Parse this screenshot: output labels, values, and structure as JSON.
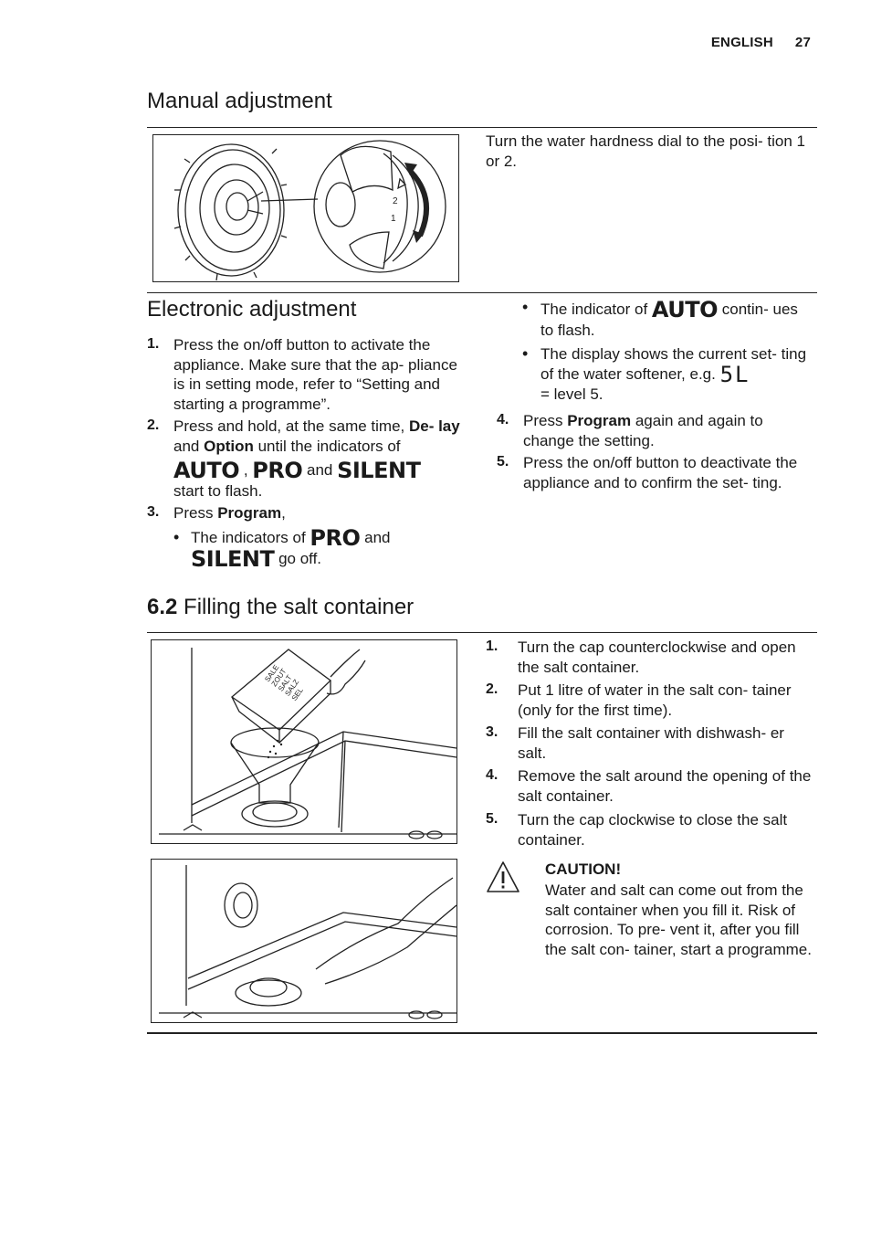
{
  "header": {
    "language": "ENGLISH",
    "page_number": "27"
  },
  "manual": {
    "title": "Manual adjustment",
    "text": "Turn the water hardness dial to the posi- tion 1 or 2.",
    "dial_labels": [
      "2",
      "1"
    ]
  },
  "electronic": {
    "title": "Electronic adjustment",
    "steps": [
      {
        "n": "1.",
        "text": "Press the on/off button to activate the appliance. Make sure that the ap- pliance is in setting mode, refer to “Setting and starting a programme”."
      },
      {
        "n": "2.",
        "pre": "Press and hold, at the same time, ",
        "b1": "De- lay",
        "mid": " and ",
        "b2": "Option",
        "post": " until the indicators of",
        "word1": "AUTO",
        "sep": " , ",
        "word2": "PRO",
        "and": " and ",
        "word3": "SILENT",
        "tail": "start to flash."
      },
      {
        "n": "3.",
        "pre": "Press ",
        "b1": "Program",
        "post": ","
      },
      {
        "n": "4.",
        "pre": "Press ",
        "b1": "Program",
        "post": " again and again to change the setting."
      },
      {
        "n": "5.",
        "text": "Press the on/off button to deactivate the appliance and to confirm the set- ting."
      }
    ],
    "bullets": [
      {
        "pre": "The indicators of ",
        "word1": "PRO",
        "and": " and",
        "word2": "SILENT",
        "post": " go off."
      },
      {
        "pre": "The indicator of ",
        "word1": "AUTO",
        "post": " contin- ues to flash."
      },
      {
        "pre": "The display shows the current set- ting of the water softener, e.g. ",
        "display": "5L",
        "post": "= level 5."
      }
    ]
  },
  "salt": {
    "number": "6.2",
    "title": "Filling the salt container",
    "box_words": [
      "SALE",
      "ZOUT",
      "SALT",
      "SALZ",
      "SEL"
    ],
    "steps": [
      {
        "n": "1.",
        "text": "Turn the cap counterclockwise and open the salt container."
      },
      {
        "n": "2.",
        "text": "Put 1 litre of water in the salt con- tainer (only for the first time)."
      },
      {
        "n": "3.",
        "text": "Fill the salt container with dishwash- er salt."
      },
      {
        "n": "4.",
        "text": "Remove the salt around the opening of the salt container."
      },
      {
        "n": "5.",
        "text": "Turn the cap clockwise to close the salt container."
      }
    ],
    "caution": {
      "title": "CAUTION!",
      "text": "Water and salt can come out from the salt container when you fill it. Risk of corrosion. To pre- vent it, after you fill the salt con- tainer, start a programme."
    }
  }
}
